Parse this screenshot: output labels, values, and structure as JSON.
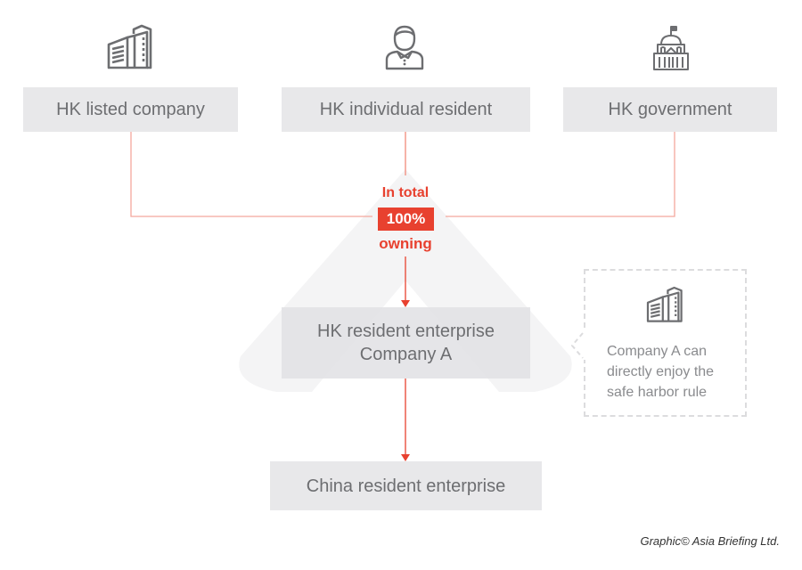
{
  "diagram": {
    "top_nodes": [
      {
        "label": "HK listed company",
        "icon": "office-building-icon"
      },
      {
        "label": "HK individual resident",
        "icon": "person-icon"
      },
      {
        "label": "HK government",
        "icon": "government-building-icon"
      }
    ],
    "ownership": {
      "line1": "In total",
      "percent": "100%",
      "line3": "owning"
    },
    "middle_node": {
      "line1": "HK resident enterprise",
      "line2": "Company A"
    },
    "bottom_node": {
      "label": "China resident enterprise"
    },
    "note": {
      "icon": "office-building-icon",
      "lines": [
        "Company A can",
        "directly enjoy the",
        "safe harbor rule"
      ]
    },
    "credit": "Graphic© Asia Briefing Ltd.",
    "colors": {
      "accent": "#e8412f",
      "connector": "#f3a89d",
      "box": "#e8e8ea",
      "text": "#6d6e71"
    }
  }
}
